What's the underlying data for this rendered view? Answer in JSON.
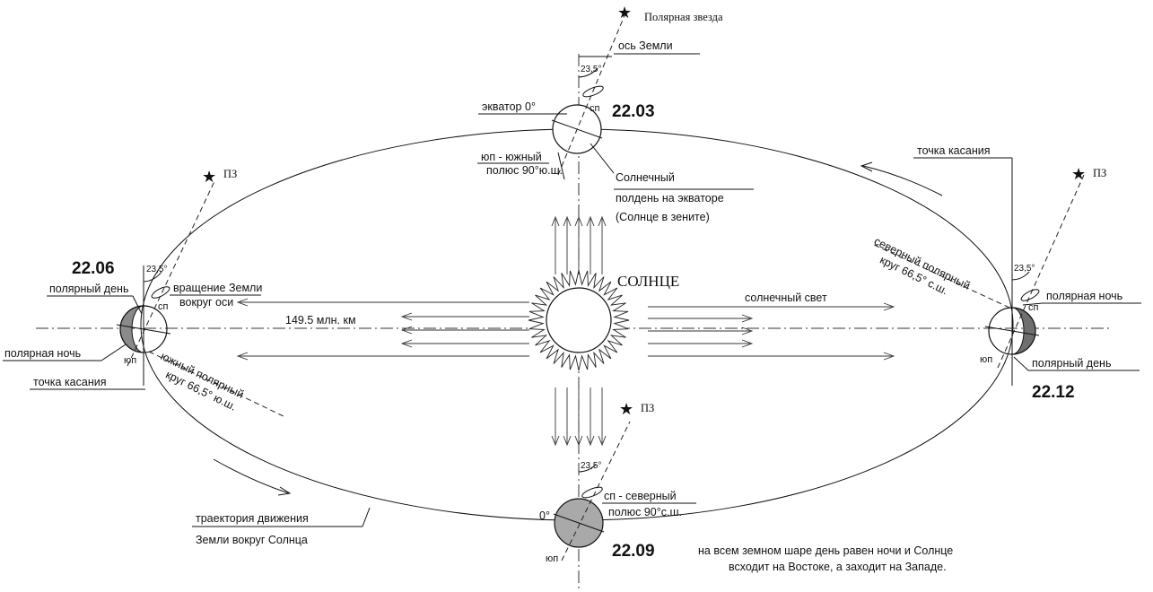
{
  "labels": {
    "polaris": "Полярная звезда",
    "earth_axis": "ось Земли",
    "angle": "23,5°",
    "equator": "экватор 0°",
    "date_mar": "22.03",
    "date_jun": "22.06",
    "date_sep": "22.09",
    "date_dec": "22.12",
    "south_pole_1": "юп - южный",
    "south_pole_2": "полюс 90°ю.ш.",
    "sp": "сп",
    "yup": "юп",
    "noon_1": "Солнечный",
    "noon_2": "полдень на экваторе",
    "noon_3": "(Солнце в зените)",
    "tangent_point": "точка касания",
    "pz": "ПЗ",
    "north_circle_1": "северный полярный",
    "north_circle_2": "круг  66,5° с.ш.",
    "south_circle_1": "южный полярный",
    "south_circle_2": "круг  66,5° ю.ш.",
    "polar_day": "полярный день",
    "polar_night": "полярная ночь",
    "rotation_1": "вращение Земли",
    "rotation_2": "вокруг оси",
    "sun": "СОЛНЦЕ",
    "distance": "149.5 млн. км",
    "sunlight": "солнечный свет",
    "north_pole_1": "сп - северный",
    "north_pole_2": "полюс 90°с.ш.",
    "zero": "0°",
    "trajectory_1": "траектория движения",
    "trajectory_2": "Земли вокруг Солнца",
    "equinox_1": "на всем земном шаре день равен ночи и Солнце",
    "equinox_2": "всходит на Востоке, а заходит на Западе."
  },
  "colors": {
    "line": "#111111",
    "shadow": "#8a8a8a",
    "shadow_dark": "#6f6f6f",
    "background": "#ffffff"
  }
}
